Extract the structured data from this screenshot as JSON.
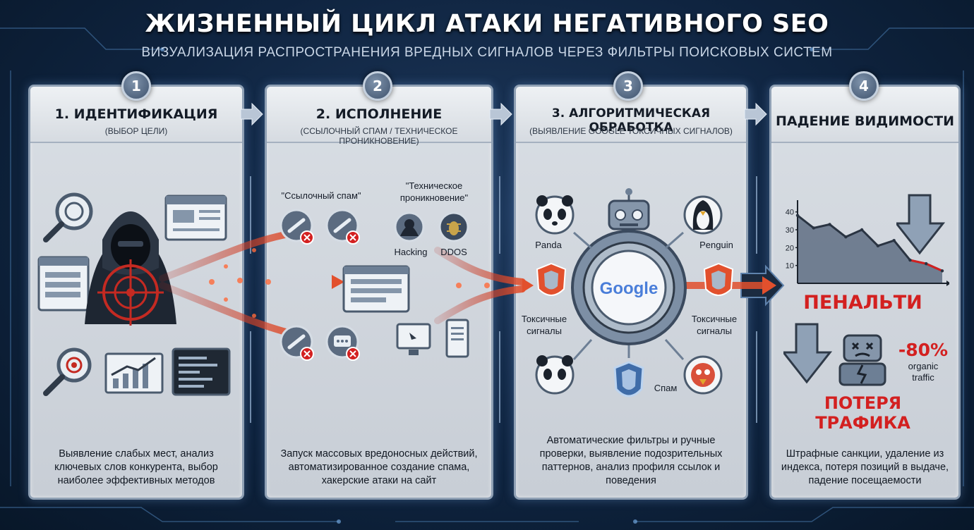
{
  "header": {
    "title": "ЖИЗНЕННЫЙ ЦИКЛ АТАКИ НЕГАТИВНОГО SEO",
    "subtitle": "ВИЗУАЛИЗАЦИЯ РАСПРОСТРАНЕНИЯ ВРЕДНЫХ СИГНАЛОВ ЧЕРЕЗ ФИЛЬТРЫ ПОИСКОВЫХ СИСТЕМ"
  },
  "stages": [
    {
      "number": "1",
      "title": "1. ИДЕНТИФИКАЦИЯ",
      "subtitle": "(ВЫБОР ЦЕЛИ)",
      "description": "Выявление слабых мест, анализ ключевых слов конкурента, выбор наиболее эффективных методов"
    },
    {
      "number": "2",
      "title": "2. ИСПОЛНЕНИЕ",
      "subtitle": "(ССЫЛОЧНЫЙ СПАМ / ТЕХНИЧЕСКОЕ ПРОНИКНОВЕНИЕ)",
      "description": "Запуск массовых вредоносных действий, автоматизированное создание спама, хакерские атаки на сайт",
      "label_link_spam": "\"Ссылочный спам\"",
      "label_tech_line1": "\"Техническое",
      "label_tech_line2": "проникновение\"",
      "label_hacking": "Hacking",
      "label_ddos": "DDOS"
    },
    {
      "number": "3",
      "title": "3. АЛГОРИТМИЧЕСКАЯ ОБРАБОТКА",
      "subtitle": "(ВЫЯВЛЕНИЕ GOOGLE ТОКСИЧНЫХ СИГНАЛОВ)",
      "description": "Автоматические фильтры и ручные проверки, выявление подозрительных паттернов, анализ профиля ссылок и поведения",
      "label_panda": "Panda",
      "label_penguin": "Penguin",
      "label_toxic_line1": "Токсичные",
      "label_toxic_line2": "сигналы",
      "label_spam": "Спам",
      "google": "Google"
    },
    {
      "number": "4",
      "title": "ПАДЕНИЕ ВИДИМОСТИ",
      "subtitle": "",
      "description": "Штрафные санкции, удаление из индекса, потеря позиций в выдаче, падение посещаемости",
      "penalty": "ПЕНАЛЬТИ",
      "traffic_loss": "ПОТЕРЯ ТРАФИКА",
      "percent": "-80%",
      "percent_note_line1": "organic",
      "percent_note_line2": "traffic"
    }
  ],
  "chart_data": {
    "type": "line",
    "title": "",
    "xlabel": "",
    "ylabel": "",
    "ylim": [
      0,
      45
    ],
    "yticks": [
      "10",
      "20",
      "30",
      "40"
    ],
    "series": [
      {
        "values": [
          38,
          31,
          33,
          26,
          30,
          21,
          24,
          13,
          11,
          7
        ]
      }
    ]
  },
  "colors": {
    "accent_red": "#d32020",
    "arrow_red": "#e2502d",
    "background": "#0f2440"
  }
}
